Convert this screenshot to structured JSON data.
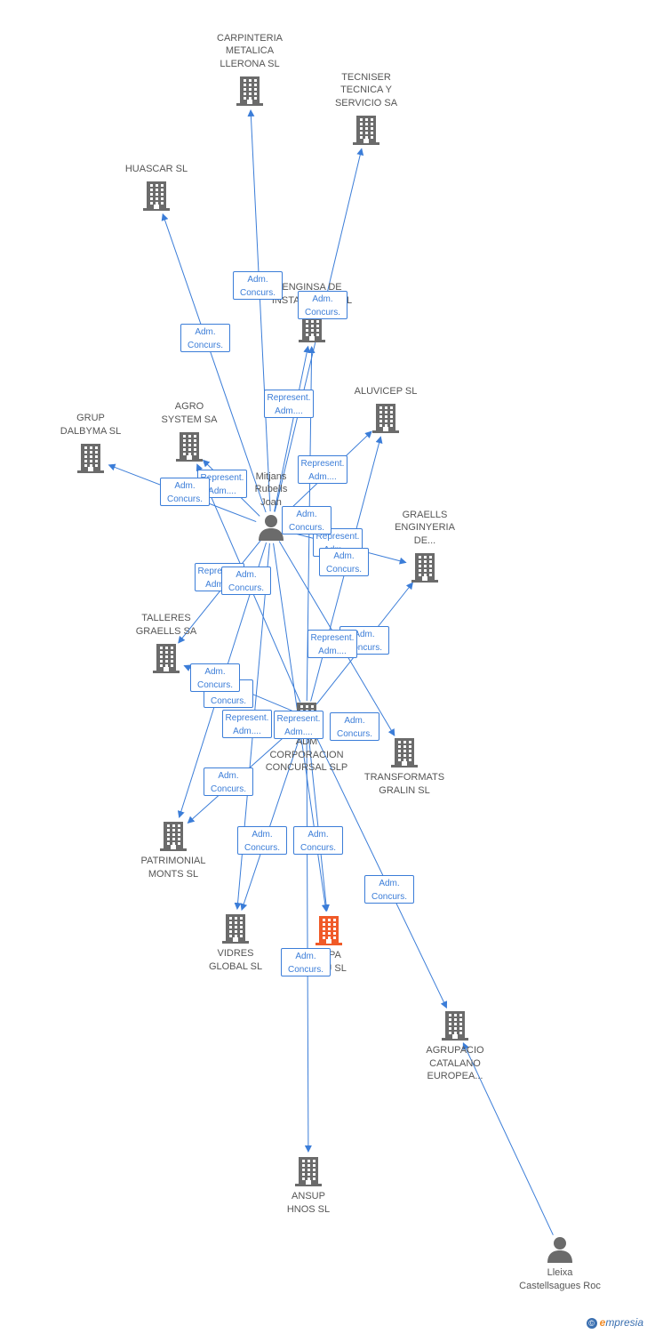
{
  "colors": {
    "edge": "#3b7dd8",
    "node": "#6b6b6b",
    "highlight": "#f05a28"
  },
  "nodes": [
    {
      "id": "carpinteria",
      "type": "company",
      "lines": [
        "CARPINTERIA",
        "METALICA",
        "LLERONA SL"
      ]
    },
    {
      "id": "tecniser",
      "type": "company",
      "lines": [
        "TECNISER",
        "TECNICA Y",
        "SERVICIO SA"
      ]
    },
    {
      "id": "huascar",
      "type": "company",
      "lines": [
        "HUASCAR SL"
      ]
    },
    {
      "id": "enginsa",
      "type": "company",
      "lines": [
        "ENGINSA DE",
        "INSTAL...IONS SL"
      ]
    },
    {
      "id": "aluvicep",
      "type": "company",
      "lines": [
        "ALUVICEP SL"
      ]
    },
    {
      "id": "agro",
      "type": "company",
      "lines": [
        "AGRO",
        "SYSTEM SA"
      ]
    },
    {
      "id": "grup",
      "type": "company",
      "lines": [
        "GRUP",
        "DALBYMA SL"
      ]
    },
    {
      "id": "mitjans",
      "type": "person",
      "lines": [
        "Mitjans",
        "Rubells",
        "Joan"
      ]
    },
    {
      "id": "graells_eng",
      "type": "company",
      "lines": [
        "GRAELLS",
        "ENGINYERIA",
        "DE..."
      ]
    },
    {
      "id": "talleres",
      "type": "company",
      "lines": [
        "TALLERES",
        "GRAELLS SA"
      ]
    },
    {
      "id": "adm_corp",
      "type": "company",
      "lines": [
        "ADM",
        "CORPORACION",
        "CONCURSAL SLP"
      ]
    },
    {
      "id": "transformats",
      "type": "company",
      "lines": [
        "TRANSFORMATS",
        "GRALIN SL"
      ]
    },
    {
      "id": "patrimonial",
      "type": "company",
      "lines": [
        "PATRIMONIAL",
        "MONTS SL"
      ]
    },
    {
      "id": "vidres",
      "type": "company",
      "lines": [
        "VIDRES",
        "GLOBAL SL"
      ]
    },
    {
      "id": "papadeu",
      "type": "company_main",
      "lines": [
        "PAPA",
        "DEU SL"
      ]
    },
    {
      "id": "agrupacio",
      "type": "company",
      "lines": [
        "AGRUPACIO",
        "CATALANO",
        "EUROPEA..."
      ]
    },
    {
      "id": "ansup",
      "type": "company",
      "lines": [
        "ANSUP",
        "HNOS SL"
      ]
    },
    {
      "id": "lleixa",
      "type": "person",
      "lines": [
        "Lleixa",
        "Castellsagues Roc"
      ]
    }
  ],
  "edges": [
    {
      "from": "mitjans",
      "to": "carpinteria",
      "label": [
        "Adm.",
        "Concurs."
      ]
    },
    {
      "from": "mitjans",
      "to": "huascar",
      "label": [
        "Adm.",
        "Concurs."
      ]
    },
    {
      "from": "mitjans",
      "to": "tecniser",
      "label": [
        "Adm.",
        "Concurs."
      ]
    },
    {
      "from": "mitjans",
      "to": "enginsa",
      "label": [
        "Represent.",
        "Adm...."
      ]
    },
    {
      "from": "mitjans",
      "to": "aluvicep",
      "label": [
        "Represent.",
        "Adm...."
      ]
    },
    {
      "from": "mitjans",
      "to": "agro",
      "label": [
        "Represent.",
        "Adm...."
      ]
    },
    {
      "from": "mitjans",
      "to": "grup",
      "label": [
        "Adm.",
        "Concurs."
      ]
    },
    {
      "from": "mitjans",
      "to": "graells_eng",
      "label": [
        "Represent.",
        "Adm...."
      ]
    },
    {
      "from": "mitjans",
      "to": "talleres",
      "label": [
        "Represent.",
        "Adm...."
      ]
    },
    {
      "from": "mitjans",
      "to": "patrimonial",
      "label": [
        "Adm.",
        "Concurs."
      ]
    },
    {
      "from": "mitjans",
      "to": "vidres",
      "label": [
        "Represent.",
        "Adm...."
      ]
    },
    {
      "from": "mitjans",
      "to": "papadeu",
      "label": [
        "Represent.",
        "Adm...."
      ]
    },
    {
      "from": "mitjans",
      "to": "transformats",
      "label": [
        "Adm.",
        "Concurs."
      ]
    },
    {
      "from": "adm_corp",
      "to": "enginsa",
      "label": [
        "Adm.",
        "Concurs."
      ]
    },
    {
      "from": "adm_corp",
      "to": "aluvicep",
      "label": [
        "Adm.",
        "Concurs."
      ]
    },
    {
      "from": "adm_corp",
      "to": "agro",
      "label": [
        "Adm.",
        "Concurs."
      ]
    },
    {
      "from": "adm_corp",
      "to": "graells_eng",
      "label": [
        "Adm.",
        "Concurs."
      ]
    },
    {
      "from": "adm_corp",
      "to": "talleres",
      "label": [
        "Adm.",
        "Concurs."
      ]
    },
    {
      "from": "adm_corp",
      "to": "patrimonial",
      "label": [
        "Adm.",
        "Concurs."
      ]
    },
    {
      "from": "adm_corp",
      "to": "vidres",
      "label": [
        "Adm.",
        "Concurs."
      ]
    },
    {
      "from": "adm_corp",
      "to": "papadeu",
      "label": [
        "Adm.",
        "Concurs."
      ]
    },
    {
      "from": "adm_corp",
      "to": "agrupacio",
      "label": [
        "Adm.",
        "Concurs."
      ]
    },
    {
      "from": "adm_corp",
      "to": "ansup",
      "label": [
        "Adm.",
        "Concurs."
      ]
    },
    {
      "from": "lleixa",
      "to": "agrupacio",
      "label": [
        "Represent.",
        "Adm...."
      ]
    }
  ],
  "brand": {
    "symbol": "©",
    "first": "e",
    "rest": "mpresia"
  }
}
